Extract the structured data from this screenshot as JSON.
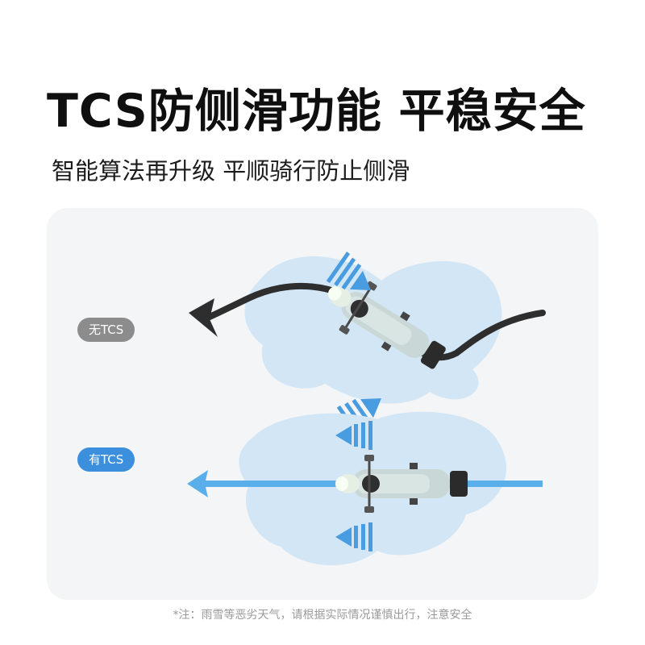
{
  "header": {
    "title": "TCS防侧滑功能  平稳安全",
    "subtitle": "智能算法再升级  平顺骑行防止侧滑"
  },
  "comparison": {
    "without_tcs_label": "无TCS",
    "with_tcs_label": "有TCS"
  },
  "footer": {
    "note": "*注：雨雪等恶劣天气，请根据实际情况谨慎出行，注意安全"
  },
  "colors": {
    "panel_background": "#f4f5f7",
    "water_puddle": "#d2e6f6",
    "skid_path": "#2e2e2e",
    "straight_path": "#5aaeea",
    "force_arrows": "#4a9ce0",
    "badge_without": "#8c8c8c",
    "badge_with": "#3c8fdc"
  },
  "icons": {
    "top_scooter": "scooter-top-view-icon",
    "bottom_scooter": "scooter-top-view-icon",
    "direction": "arrow-left-icon"
  }
}
